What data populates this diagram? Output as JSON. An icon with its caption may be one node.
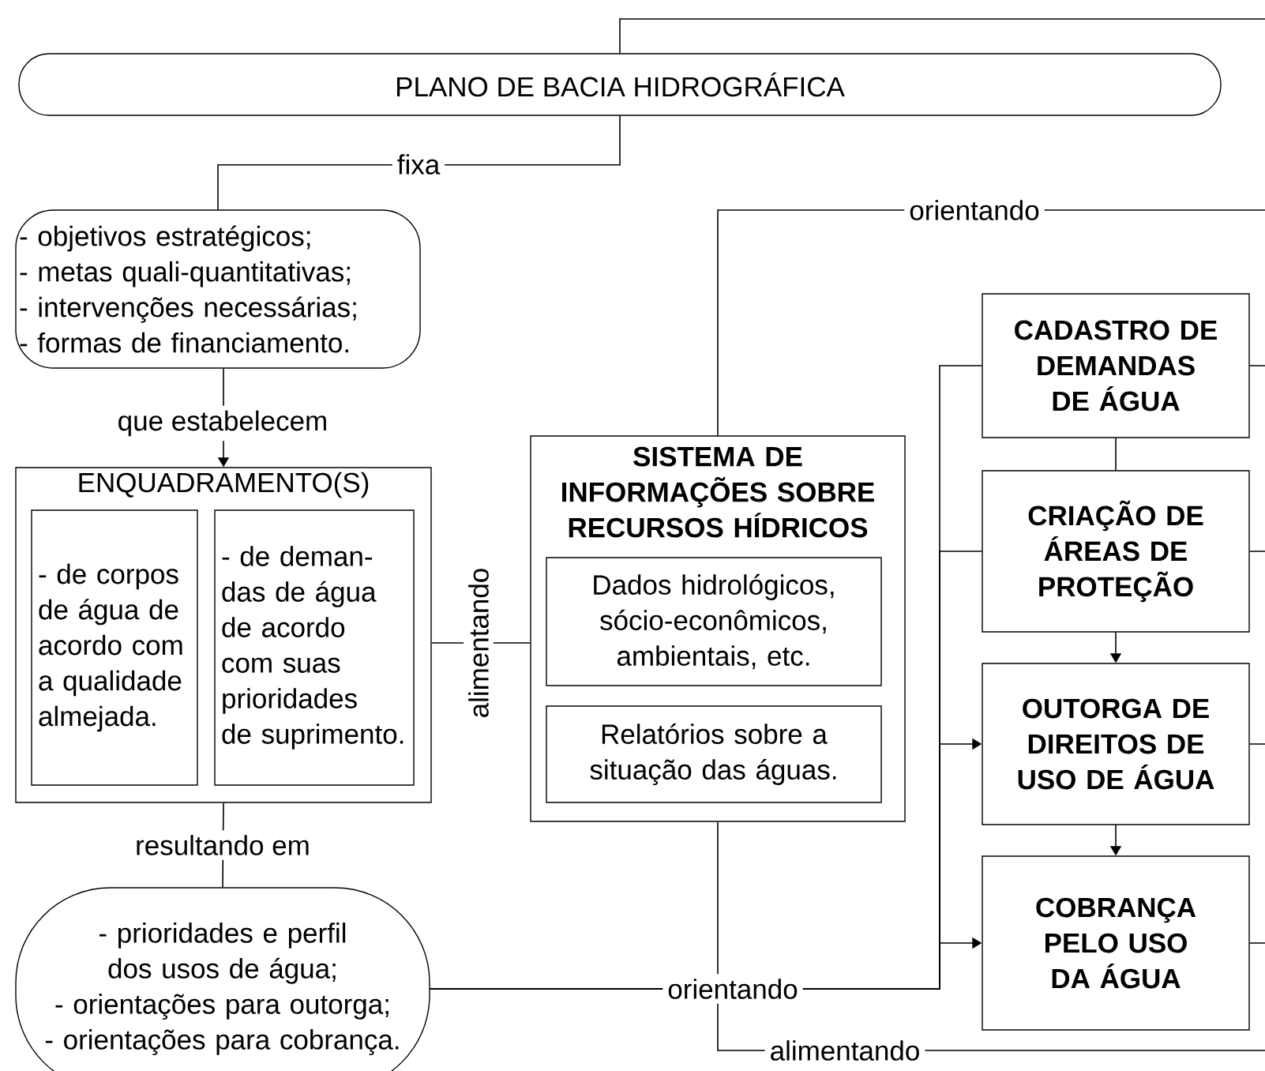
{
  "diagram": {
    "nodes": [
      {
        "text": [
          "PLANO DE BACIA HIDROGRÁFICA"
        ]
      },
      {
        "text": [
          "- objetivos estratégicos;",
          "- metas quali-quantitativas;",
          "- intervenções necessárias;",
          "- formas de financiamento."
        ]
      },
      {
        "text": [
          "ENQUADRAMENTO(S)"
        ]
      },
      {
        "text": [
          "- de corpos de água de acordo com a qualidade almejada."
        ],
        "in": 2
      },
      {
        "text": [
          "- de deman-das de água de acordo com suas prioridades de suprimento."
        ],
        "in": 2
      },
      {
        "text": [
          "- prioridades e perfil dos usos de água;",
          "- orientações para outorga;",
          "- orientações para cobrança."
        ]
      },
      {
        "text": [
          "SISTEMA DE INFORMAÇÕES SOBRE RECURSOS HÍDRICOS"
        ]
      },
      {
        "text": [
          "Dados hidrológicos, sócio-econômicos, ambientais, etc."
        ],
        "in": 6
      },
      {
        "text": [
          "Relatórios sobre a situação das águas."
        ],
        "in": 6
      },
      {
        "text": [
          "CADASTRO DE DEMANDAS DE ÁGUA"
        ]
      },
      {
        "text": [
          "CRIAÇÃO DE ÁREAS DE PROTEÇÃO"
        ]
      },
      {
        "text": [
          "OUTORGA DE DIREITOS DE USO DE ÁGUA"
        ]
      },
      {
        "text": [
          "COBRANÇA PELO USO DA ÁGUA"
        ]
      }
    ],
    "edges": [
      {
        "from": 0,
        "to": 1,
        "arrow": "none",
        "label": "fixa"
      },
      {
        "from": 0,
        "to": null,
        "arrow": "none"
      },
      {
        "from": 1,
        "to": 2,
        "arrow": "to",
        "label": "que estabelecem"
      },
      {
        "from": 2,
        "to": 5,
        "arrow": "none",
        "label": "resultando em"
      },
      {
        "from": 2,
        "to": 6,
        "arrow": "none",
        "label": "alimentando"
      },
      {
        "from": 6,
        "to": null,
        "arrow": "none",
        "label": "orientando"
      },
      {
        "from": 5,
        "to": 9,
        "arrow": "none",
        "label": "orientando"
      },
      {
        "from": 5,
        "to": 10,
        "arrow": "none"
      },
      {
        "from": 5,
        "to": 11,
        "arrow": "to"
      },
      {
        "from": 5,
        "to": 12,
        "arrow": "to"
      },
      {
        "from": 6,
        "to": null,
        "arrow": "none",
        "label": "alimentando"
      },
      {
        "from": 9,
        "to": 10,
        "arrow": "none"
      },
      {
        "from": 10,
        "to": 11,
        "arrow": "to"
      },
      {
        "from": 11,
        "to": 12,
        "arrow": "to"
      },
      {
        "from": 9,
        "to": null,
        "arrow": "none"
      },
      {
        "from": 10,
        "to": null,
        "arrow": "none"
      },
      {
        "from": 11,
        "to": null,
        "arrow": "none"
      },
      {
        "from": 12,
        "to": null,
        "arrow": "none"
      }
    ]
  }
}
